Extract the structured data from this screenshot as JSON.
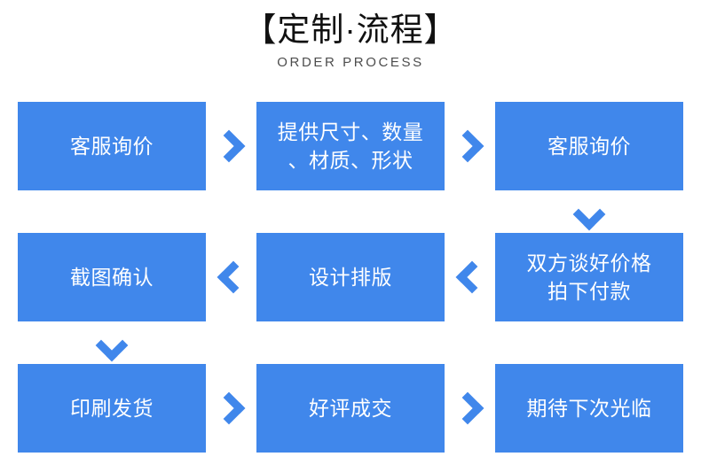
{
  "header": {
    "title": "【定制·流程】",
    "subtitle": "ORDER PROCESS"
  },
  "theme": {
    "accent": "#4087eb",
    "box_text_color": "#ffffff",
    "background": "#ffffff",
    "title_color": "#111111",
    "subtitle_color": "#4d4d4d"
  },
  "flow": {
    "row1": {
      "step1": {
        "label": "客服询价"
      },
      "arrow1": {
        "icon": "chevron-right-icon"
      },
      "step2": {
        "line1": "提供尺寸、数量",
        "line2": "、材质、形状"
      },
      "arrow2": {
        "icon": "chevron-right-icon"
      },
      "step3": {
        "label": "客服询价"
      }
    },
    "connector_row1": {
      "arrow_down_right": {
        "icon": "chevron-down-icon"
      }
    },
    "row2": {
      "step4": {
        "label": "截图确认"
      },
      "arrow3": {
        "icon": "chevron-left-icon"
      },
      "step5": {
        "label": "设计排版"
      },
      "arrow4": {
        "icon": "chevron-left-icon"
      },
      "step6": {
        "line1": "双方谈好价格",
        "line2": "拍下付款"
      }
    },
    "connector_row2": {
      "arrow_down_left": {
        "icon": "chevron-down-icon"
      }
    },
    "row3": {
      "step7": {
        "label": "印刷发货"
      },
      "arrow5": {
        "icon": "chevron-right-icon"
      },
      "step8": {
        "label": "好评成交"
      },
      "arrow6": {
        "icon": "chevron-right-icon"
      },
      "step9": {
        "label": "期待下次光临"
      }
    }
  }
}
